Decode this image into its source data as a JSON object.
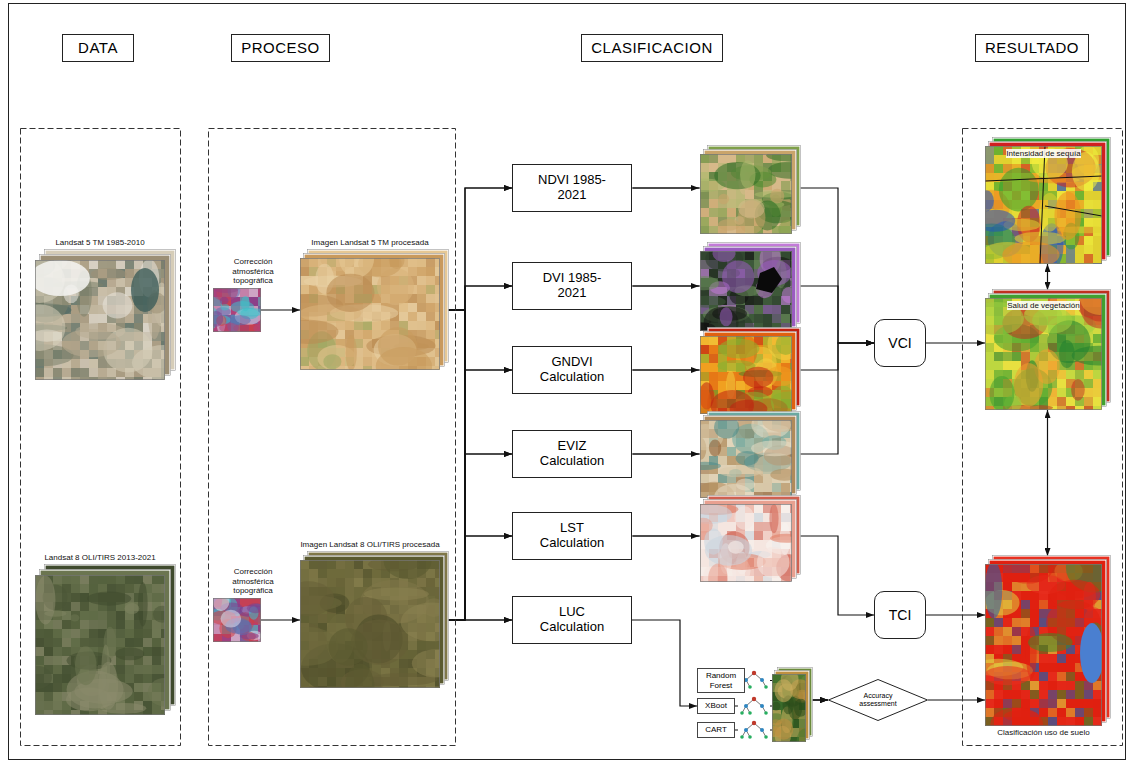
{
  "diagram": {
    "nodes": [
      {
        "text": [
          "DATA"
        ]
      },
      {
        "text": [
          "PROCESO"
        ]
      },
      {
        "text": [
          "CLASIFICACION"
        ]
      },
      {
        "text": [
          "RESULTADO"
        ]
      },
      {
        "text": [
          "Landsat 5 TM 1985-2010"
        ]
      },
      {
        "text": [
          "Landsat 8 OLI/TIRS 2013-2021"
        ]
      },
      {
        "text": [
          "Corrección atmosférica topográfica"
        ]
      },
      {
        "text": [
          "Imagen Landsat 5 TM procesada"
        ]
      },
      {
        "text": [
          "Corrección atmosférica topográfica"
        ]
      },
      {
        "text": [
          "Imagen Landsat 8 OLI/TIRS procesada"
        ]
      },
      {
        "text": [
          "NDVI 1985-2021"
        ]
      },
      {
        "text": [
          "DVI 1985-2021"
        ]
      },
      {
        "text": [
          "GNDVI Calculation"
        ]
      },
      {
        "text": [
          "EVIZ Calculation"
        ]
      },
      {
        "text": [
          "LST Calculation"
        ]
      },
      {
        "text": [
          "LUC Calculation"
        ]
      },
      {
        "text": [
          "Random Forest"
        ]
      },
      {
        "text": [
          "XBoot"
        ]
      },
      {
        "text": [
          "CART"
        ]
      },
      {
        "text": [
          "VCI"
        ]
      },
      {
        "text": [
          "TCI"
        ]
      },
      {
        "text": [
          "Accuracy assessment"
        ]
      },
      {
        "text": [
          "Intensidad de sequía"
        ]
      },
      {
        "text": [
          "Salud de vegetación"
        ]
      },
      {
        "text": [
          "Clasificación uso de suelo"
        ]
      }
    ],
    "edges": [
      {
        "from": 6,
        "to": 7,
        "arrow": "to"
      },
      {
        "from": 8,
        "to": 9,
        "arrow": "to"
      },
      {
        "from": 7,
        "to": 10,
        "arrow": "to"
      },
      {
        "from": 7,
        "to": 11,
        "arrow": "to"
      },
      {
        "from": 7,
        "to": 12,
        "arrow": "to"
      },
      {
        "from": 7,
        "to": 13,
        "arrow": "to"
      },
      {
        "from": 7,
        "to": 14,
        "arrow": "to"
      },
      {
        "from": 7,
        "to": 15,
        "arrow": "to"
      },
      {
        "from": 9,
        "to": 10,
        "arrow": "to"
      },
      {
        "from": 9,
        "to": 11,
        "arrow": "to"
      },
      {
        "from": 9,
        "to": 12,
        "arrow": "to"
      },
      {
        "from": 9,
        "to": 13,
        "arrow": "to"
      },
      {
        "from": 9,
        "to": 14,
        "arrow": "to"
      },
      {
        "from": 9,
        "to": 15,
        "arrow": "to"
      },
      {
        "from": 10,
        "to": 19,
        "arrow": "to"
      },
      {
        "from": 11,
        "to": 19,
        "arrow": "to"
      },
      {
        "from": 12,
        "to": 19,
        "arrow": "to"
      },
      {
        "from": 13,
        "to": 19,
        "arrow": "to"
      },
      {
        "from": 14,
        "to": 20,
        "arrow": "to"
      },
      {
        "from": 15,
        "to": 17,
        "arrow": "to"
      },
      {
        "from": 16,
        "to": 21,
        "arrow": "to"
      },
      {
        "from": 17,
        "to": 21,
        "arrow": "to"
      },
      {
        "from": 18,
        "to": 21,
        "arrow": "to"
      },
      {
        "from": 19,
        "to": 23,
        "arrow": "to"
      },
      {
        "from": 20,
        "to": 24,
        "arrow": "to"
      },
      {
        "from": 21,
        "to": 24,
        "arrow": "to"
      },
      {
        "from": 22,
        "to": 23,
        "arrow": "both"
      },
      {
        "from": 23,
        "to": 24,
        "arrow": "both"
      }
    ]
  }
}
